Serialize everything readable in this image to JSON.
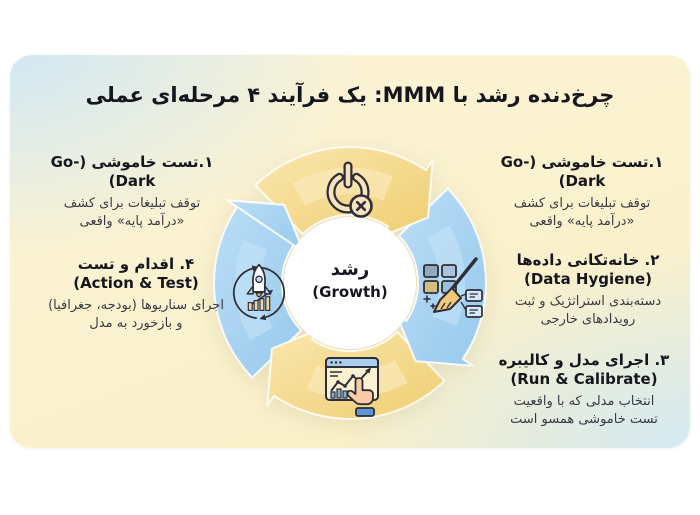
{
  "title": "چرخ‌دنده رشد با MMM: یک فرآیند ۴ مرحله‌ای عملی",
  "center": {
    "fa": "رشد",
    "en": "(Growth)"
  },
  "blocks": {
    "right_top": {
      "title": "۱.تست خاموشی (Go-Dark)",
      "desc1": "توقف تبلیغات برای کشف",
      "desc2": "«درآمد پایه» واقعی",
      "icon": "power-off-icon"
    },
    "left_top": {
      "title": "۱.تست خاموشی (Go-Dark)",
      "desc1": "توقف تبلیغات برای کشف",
      "desc2": "«درآمد پایه» واقعی",
      "icon": "power-off-icon"
    },
    "right_middle": {
      "title_fa": "۲. خانه‌تکانی داده‌ها",
      "title_en": "(Data Hygiene)",
      "desc1": "دسته‌بندی استراتژیک و ثبت",
      "desc2": "رویدادهای خارجی",
      "icon": "data-cleaning-icon"
    },
    "right_bottom": {
      "title_fa": "۳. اجرای مدل و کالیبره",
      "title_en": "(Run & Calibrate)",
      "desc1": "انتخاب مدلی که با واقعیت",
      "desc2": "تست خاموشی همسو است",
      "icon": "run-calibrate-icon"
    },
    "left_middle": {
      "title_fa": "۴. اقدام و تست",
      "title_en": "(Action & Test)",
      "desc1": "اجرای سناریوها (بودجه، جغرافیا)",
      "desc2": "و بازخورد به مدل",
      "icon": "rocket-growth-icon"
    }
  },
  "colors": {
    "arc_yellow": "#F3D57E",
    "arc_yellow_light": "#FAE9BD",
    "arc_blue": "#A6D4F1",
    "arc_blue_light": "#C4E2F8",
    "card_bg_blue": "#D7EBF8",
    "card_bg_cream": "#FAF1CC",
    "center_circle": "#FFFFFF",
    "title_text": "#16161F",
    "body_text": "#3A3A44"
  }
}
